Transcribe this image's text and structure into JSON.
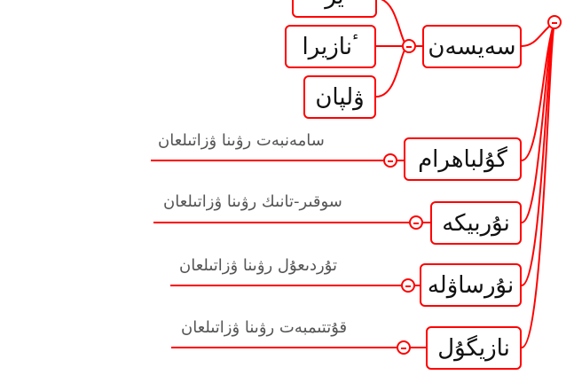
{
  "accent_color": "#ff0000",
  "nodes": {
    "top_partial": "ير",
    "nazira": "ٴنازيرا",
    "ulpan": "ۋلپان",
    "seisen": "سەيسەن",
    "gulbahram": "گۇلباھرام",
    "nurbike": "نۇربيكە",
    "nursaule": "نۇرساۋلە",
    "nazigul": "نازيگۇل"
  },
  "notes": {
    "gulbahram": "سامەنبەت  رۋىنا ۋزاتىلعان",
    "nurbike": "سوقىر-تانىك  رۋىنا ۋزاتىلعان",
    "nursaule": "تۇردىعۇل  رۋىنا ۋزاتىلعان",
    "nazigul": "قۇتتىمبەت رۋىنا ۋزاتىلعان"
  }
}
